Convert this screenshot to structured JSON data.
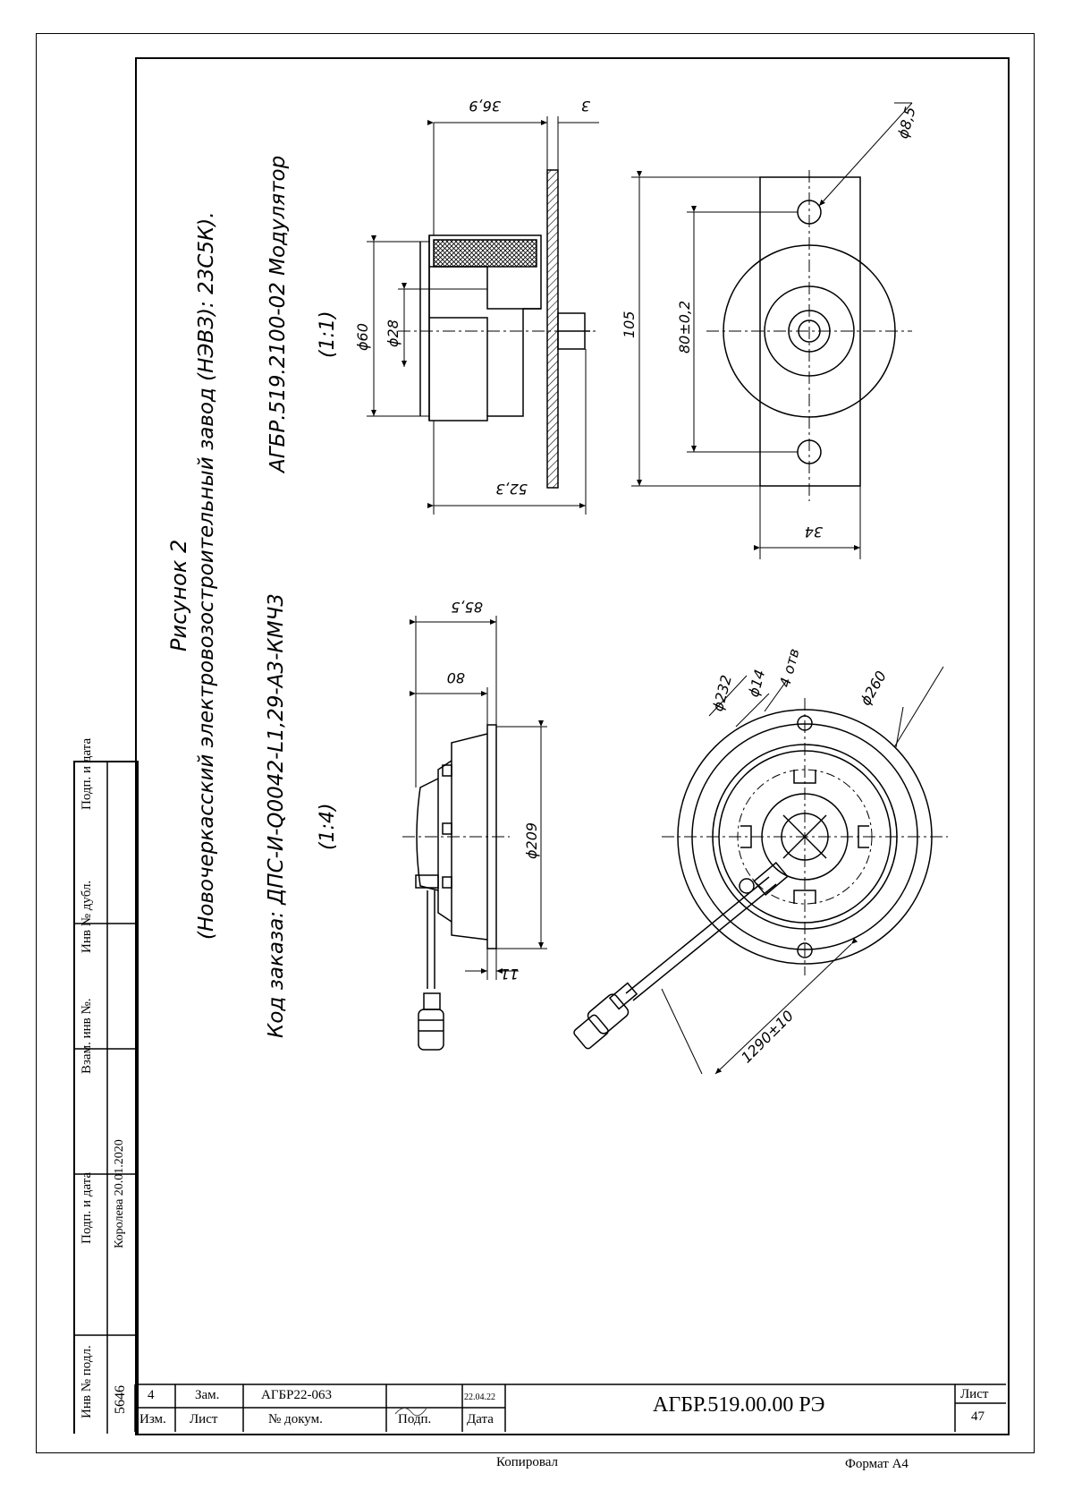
{
  "side_stamp": {
    "inv_podl_label": "Инв № подл.",
    "inv_podl_value": "5646",
    "podp_data_label_1": "Подп. и дата",
    "podp_data_value_1": "Королева 20.01.2020",
    "vzam_inv_label": "Взам. инв №.",
    "inv_dubl_label": "Инв № дубл.",
    "podp_data_label_2": "Подп. и дата"
  },
  "drawing": {
    "figure_title": "Рисунок 2",
    "manufacturer": "(Новочеркасский электровозостроительный завод (НЭВЗ): 23С5К).",
    "order_code": "Код заказа: ДПС-И-Q0042-L1,29-А3-КМЧ3",
    "scale_left": "(1:4)",
    "model": "АГБР.519.2100-02 Модулятор",
    "scale_right": "(1:1)",
    "dims": {
      "d60": "ϕ60",
      "d28": "ϕ28",
      "l36_9": "36,9",
      "l3": "3",
      "l52_3": "52,3",
      "l105": "105",
      "l80": "80±0,2",
      "d8_5": "ϕ8,5",
      "l34": "34",
      "l85_5": "85,5",
      "l80b": "80",
      "d209": "ϕ209",
      "l11": "11",
      "d232": "ϕ232",
      "d14": "ϕ14",
      "holes": "4 отв",
      "d260": "ϕ260",
      "cable": "1290±10"
    }
  },
  "stamp": {
    "row_izm": "4",
    "row_list": "Зам.",
    "row_doc": "АГБР22-063",
    "row_date": "22.04.22",
    "hdr_izm": "Изм.",
    "hdr_list": "Лист",
    "hdr_doc": "№ докум.",
    "hdr_podp": "Подп.",
    "hdr_date": "Дата",
    "designation": "АГБР.519.00.00 РЭ",
    "sheet_label": "Лист",
    "sheet_no": "47"
  },
  "footer": {
    "copied": "Копировал",
    "format": "Формат А4"
  }
}
